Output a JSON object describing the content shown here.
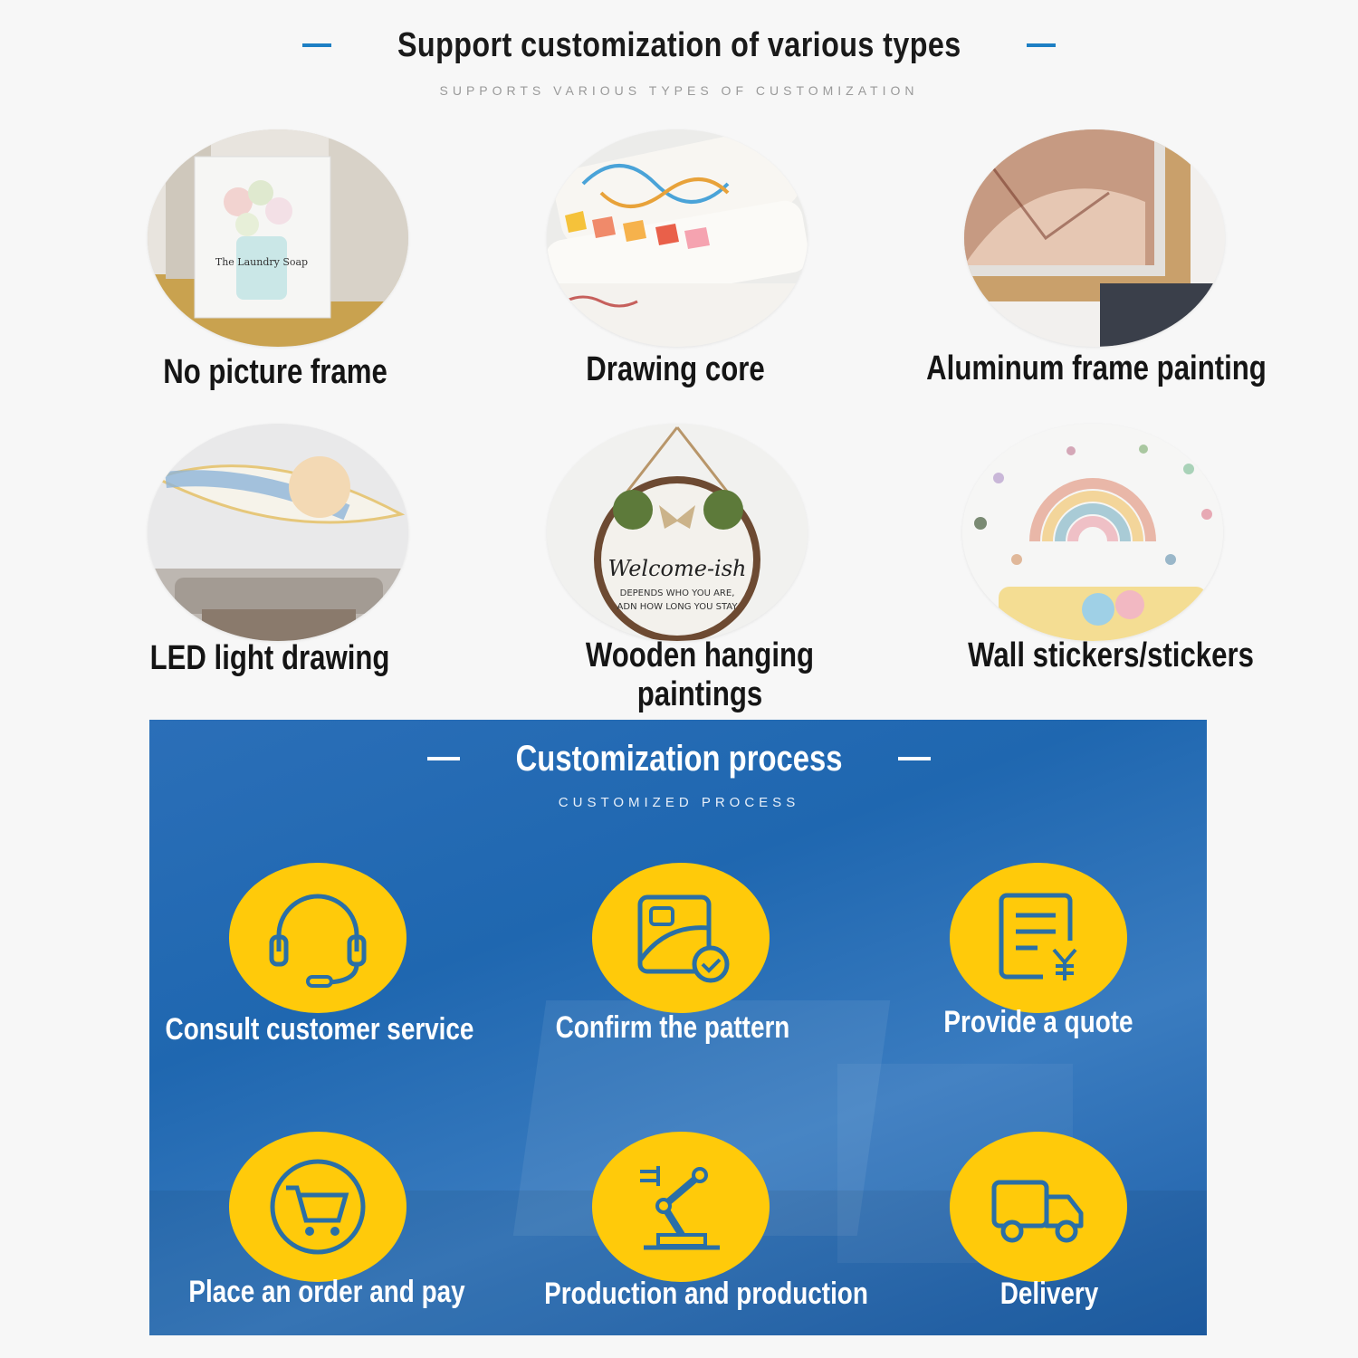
{
  "header": {
    "title": "Support customization of various types",
    "subtitle": "SUPPORTS VARIOUS TYPES OF CUSTOMIZATION"
  },
  "types": [
    {
      "label": "No picture frame"
    },
    {
      "label": "Drawing core"
    },
    {
      "label": "Aluminum frame painting"
    },
    {
      "label": "LED light drawing"
    },
    {
      "label": "Wooden hanging paintings"
    },
    {
      "label": "Wall stickers/stickers"
    }
  ],
  "images": {
    "laundry_print": "The Laundry Soap",
    "sign_title": "Welcome-ish",
    "sign_line1": "DEPENDS WHO YOU ARE,",
    "sign_line2": "ADN HOW LONG YOU STAY"
  },
  "process": {
    "title": "Customization process",
    "subtitle": "CUSTOMIZED PROCESS",
    "steps": [
      {
        "label": "Consult customer service",
        "icon": "headset-icon"
      },
      {
        "label": "Confirm the pattern",
        "icon": "image-check-icon"
      },
      {
        "label": "Provide a quote",
        "icon": "quote-document-icon"
      },
      {
        "label": "Place an order and pay",
        "icon": "shopping-cart-icon"
      },
      {
        "label": "Production and production",
        "icon": "robot-arm-icon"
      },
      {
        "label": "Delivery",
        "icon": "delivery-truck-icon"
      }
    ]
  },
  "colors": {
    "accent_blue": "#1d7fc4",
    "panel_blue": "#1f67b0",
    "step_yellow": "#ffca0a",
    "icon_teal": "#2a6fa6"
  }
}
